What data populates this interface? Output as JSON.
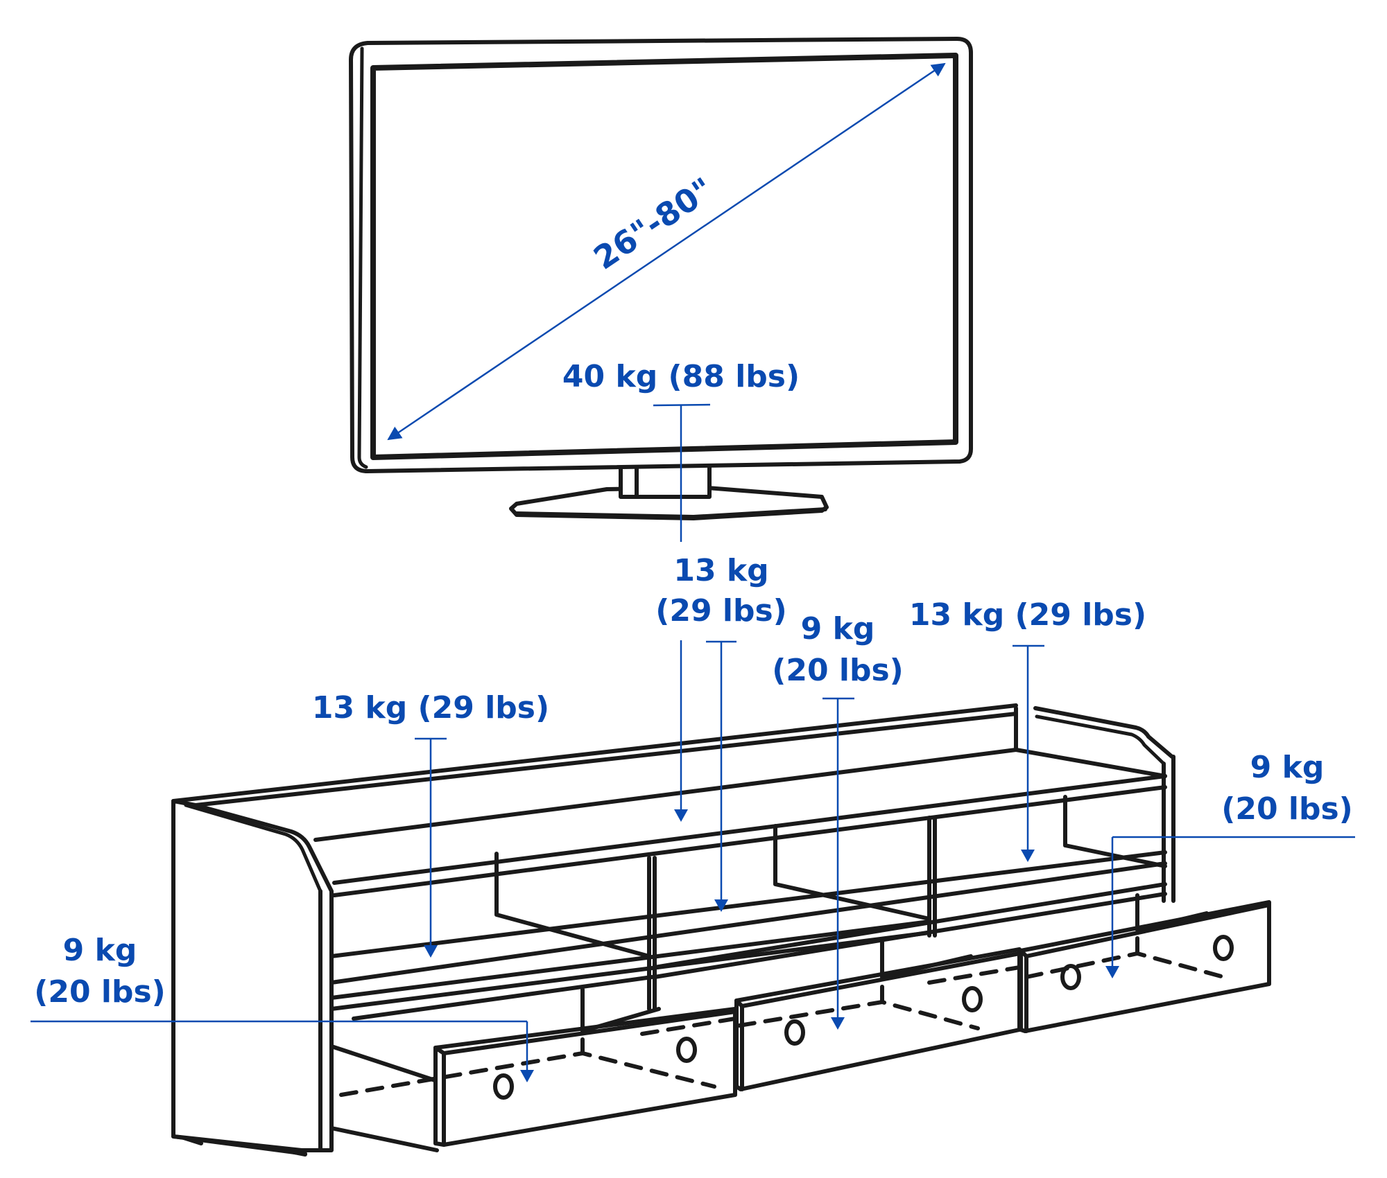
{
  "diagram": {
    "subject": "TV bench load capacity",
    "colors": {
      "annotation": "#0a4ab0",
      "linework": "#1a1a1a",
      "background": "#ffffff"
    },
    "tv": {
      "screen_size_label": "26\"-80\"",
      "max_weight_label": "40 kg (88 lbs)"
    },
    "labels": {
      "top_center_kg": "13 kg",
      "top_center_lbs": "(29 lbs)",
      "center_drawer_kg": "9 kg",
      "center_drawer_lbs": "(20 lbs)",
      "right_shelf": "13 kg (29 lbs)",
      "left_shelf": "13 kg (29 lbs)",
      "right_drawer_kg": "9 kg",
      "right_drawer_lbs": "(20 lbs)",
      "left_drawer_kg": "9 kg",
      "left_drawer_lbs": "(20 lbs)"
    },
    "icons": {
      "arrow_down": "down-arrow-icon",
      "double_arrow": "diagonal-double-arrow-icon"
    }
  }
}
